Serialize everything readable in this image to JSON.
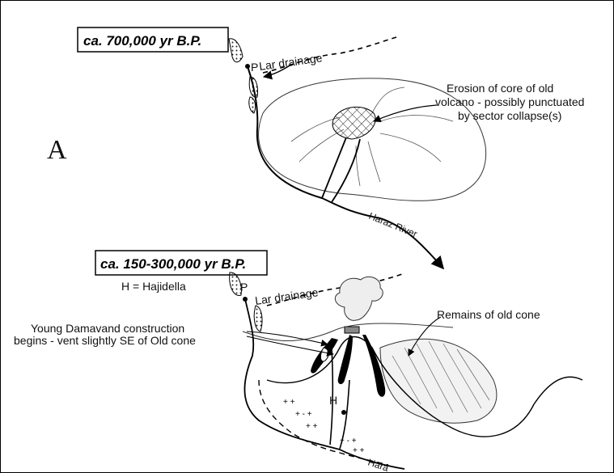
{
  "panel_letter": "A",
  "top": {
    "time_label": "ca. 700,000 yr B.P.",
    "p_marker": "P",
    "drainage_label": "Lar drainage",
    "erosion_note": [
      "Erosion of core of old",
      "volcano - possibly punctuated",
      "by sector collapse(s)"
    ],
    "river_label": "Haraz River"
  },
  "bottom": {
    "time_label": "ca. 150-300,000 yr B.P.",
    "legend_h": "H = Hajidella",
    "p_marker": "P",
    "drainage_label": "Lar drainage",
    "construction_note": [
      "Young Damavand construction",
      "begins - vent slightly SE of Old cone"
    ],
    "old_cone_label": "Remains of old cone",
    "h_marker": "H",
    "river_partial": "Hara"
  }
}
